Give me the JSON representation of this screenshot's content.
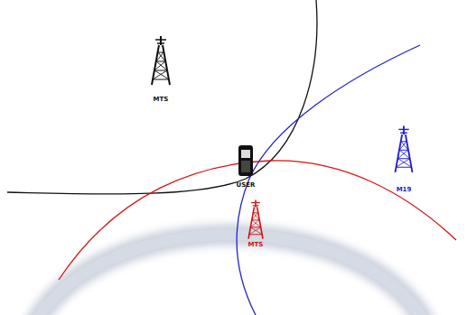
{
  "diagram": {
    "labels": [
      "MTS",
      "USER",
      "M19",
      "MTS"
    ]
  }
}
